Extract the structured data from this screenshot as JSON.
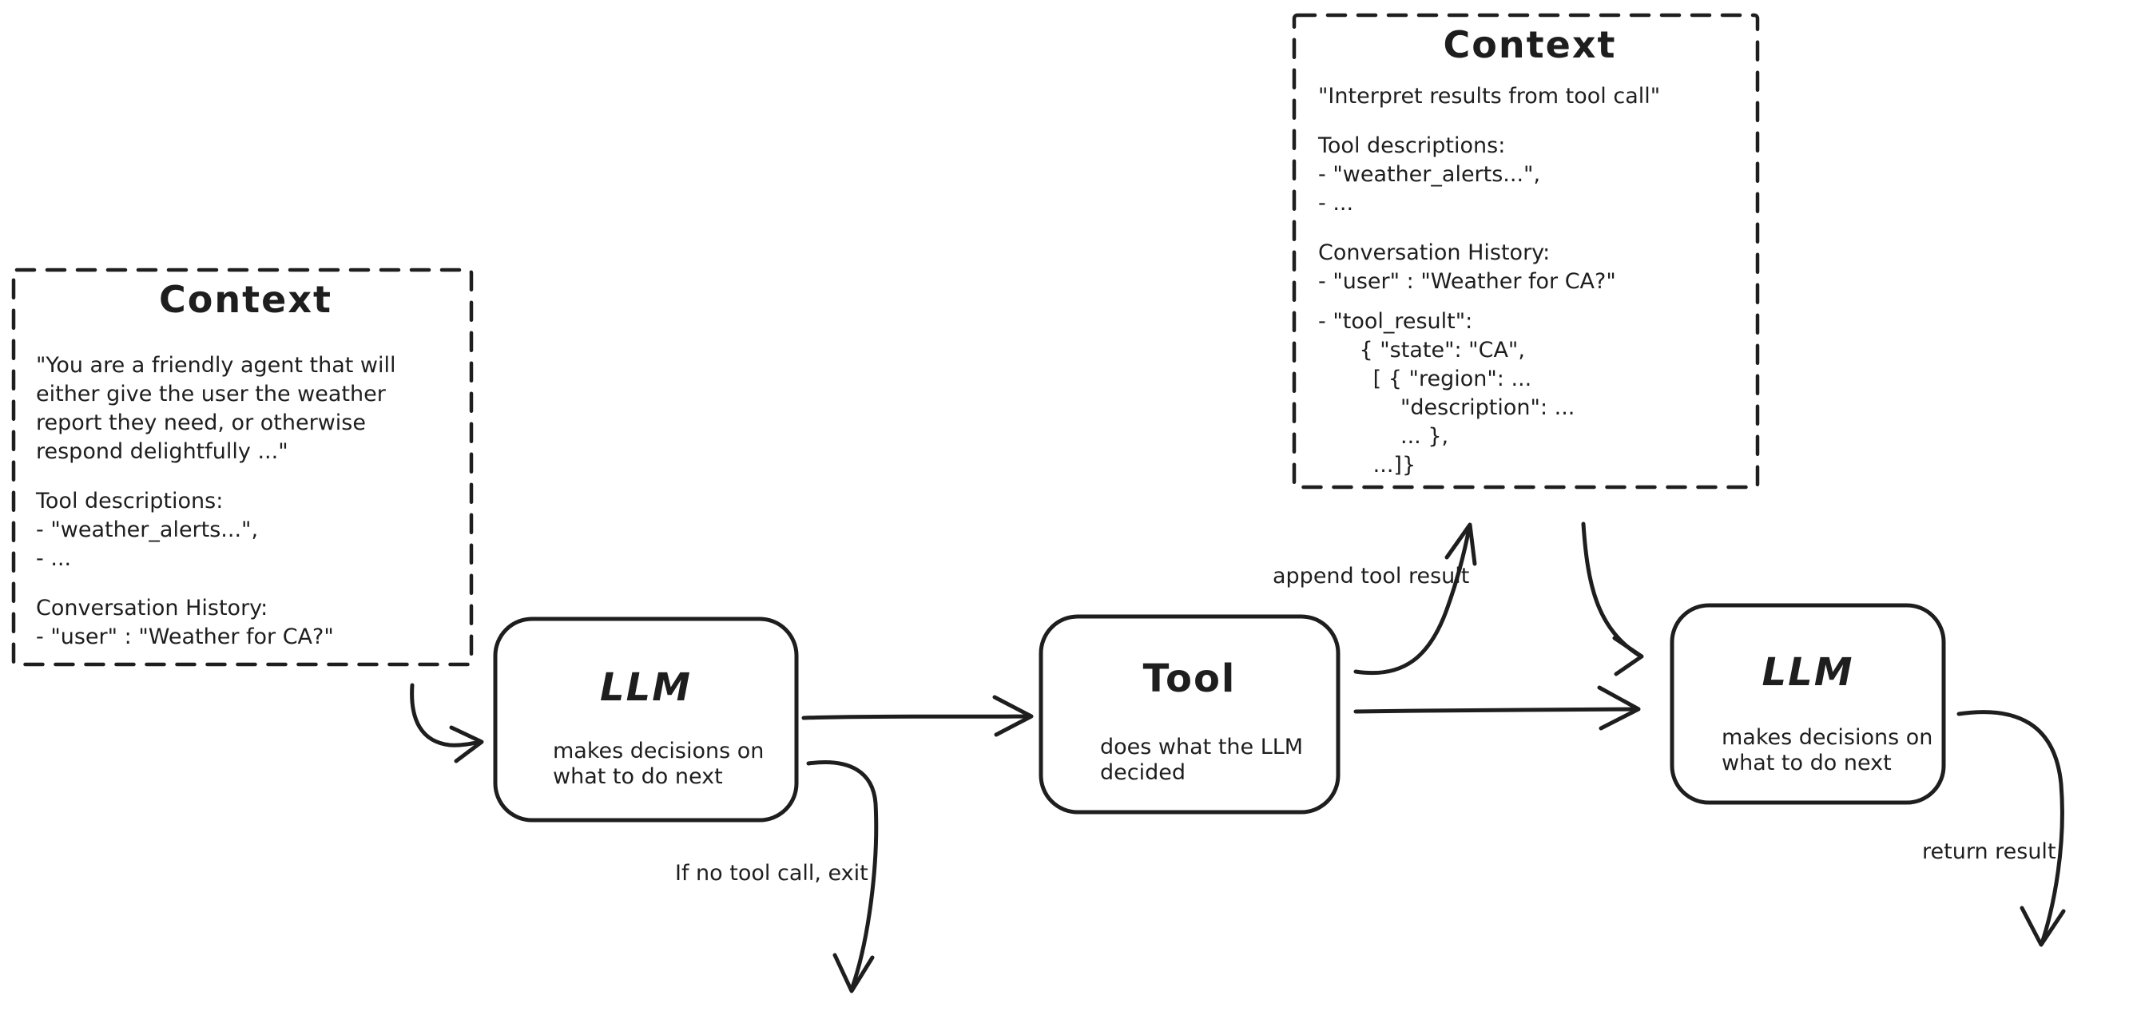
{
  "colors": {
    "ink": "#1e1e1e",
    "background": "#ffffff"
  },
  "context_box_1": {
    "title": "Context",
    "system_prompt": [
      "\"You are a friendly agent that will",
      "either give the user the weather",
      "report they need, or otherwise",
      "respond delightfully ...\""
    ],
    "tool_descriptions": [
      "Tool descriptions:",
      "- \"weather_alerts...\",",
      "- ..."
    ],
    "conversation_history": [
      "Conversation History:",
      "- \"user\" : \"Weather for CA?\""
    ]
  },
  "context_box_2": {
    "title": "Context",
    "instruction": "\"Interpret results from tool call\"",
    "tool_descriptions": [
      "Tool descriptions:",
      "- \"weather_alerts...\",",
      "- ..."
    ],
    "conversation_history": [
      "Conversation History:",
      "- \"user\" : \"Weather for CA?\""
    ],
    "tool_result_block": [
      "- \"tool_result\":",
      "      { \"state\": \"CA\",",
      "        [ { \"region\": ...",
      "            \"description\": ...",
      "            ... },",
      "        ...]}"
    ]
  },
  "nodes": {
    "llm_1": {
      "title": "LLM",
      "description": [
        "makes decisions on",
        "what to do next"
      ]
    },
    "tool": {
      "title": "Tool",
      "description": [
        "does what the LLM",
        "decided"
      ]
    },
    "llm_2": {
      "title": "LLM",
      "description": [
        "makes decisions on",
        "what to do next"
      ]
    }
  },
  "edge_labels": {
    "append_tool_result": "append tool result",
    "if_no_tool_call_exit": "If no tool call, exit",
    "return_result": "return result"
  }
}
